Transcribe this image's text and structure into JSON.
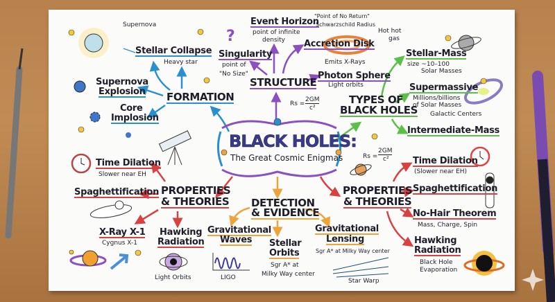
{
  "title": "BLACK HOLES:",
  "subtitle": "The Great Cosmic Enigmas",
  "formation": {
    "label": "FORMATION",
    "supernova": "Supernova",
    "stellar_collapse": "Stellar Collapse",
    "heavy_star": "Heavy star",
    "explosion": [
      "Supernova",
      "Explosion"
    ],
    "core": [
      "Core",
      "Implosion"
    ]
  },
  "structure": {
    "label": "STRUCTURE",
    "question": "?",
    "singularity": "Singularity",
    "singularity_note": [
      "point of",
      "\"No Size\""
    ],
    "event_horizon": "Event Horizon",
    "eh_note": [
      "point of infinite",
      "density"
    ],
    "eh_side": [
      "\"Point of No Return\"",
      "Schwarzschild Radius"
    ],
    "accretion": "Accretion Disk",
    "hot_gas": [
      "Hot hot",
      "gas"
    ],
    "xrays": "Emits X-Rays",
    "photon": "Photon Sphere",
    "light_orbits": "Light orbits",
    "formula": {
      "lhs": "Rs =",
      "num": "2GM",
      "den": "c²"
    }
  },
  "types": {
    "label": [
      "TYPES OF",
      "BLACK HOLES"
    ],
    "stellar": "Stellar-Mass",
    "stellar_note": [
      "size ~10–100",
      "Solar Masses"
    ],
    "super": "Supermassive",
    "super_note": [
      "Millions/billions",
      "of Solar Masses"
    ],
    "galactic": "Galactic Centers",
    "intermediate": "Intermediate-Mass"
  },
  "props_left": {
    "label": [
      "PROPERTIES",
      "& THEORIES"
    ],
    "time": "Time Dilation",
    "time_note": "Slower near EH",
    "spag": "Spaghettification",
    "xray": "X-Ray X-1",
    "cygnus": "Cygnus X-1",
    "hawking": [
      "Hawking",
      "Radiation"
    ],
    "light": "Light Orbits"
  },
  "detection": {
    "label": [
      "DETECTION",
      "& EVIDENCE"
    ],
    "waves": [
      "Gravitational",
      "Waves"
    ],
    "ligo": "LIGO",
    "orbits": [
      "Stellar",
      "Orbits"
    ],
    "orbits_note": [
      "Sgr A* at",
      "Milky Way center"
    ],
    "lensing": [
      "Gravitational",
      "Lensing"
    ],
    "lensing_note": "Sgr A* at Milky Way center",
    "warp": "Star Warp"
  },
  "props_right": {
    "label": [
      "PROPERTIES",
      "& THEORIES"
    ],
    "formula": {
      "lhs": "Rs =",
      "num": "2GM",
      "den": "c²"
    },
    "time": "Time Dilation",
    "time_note": "(Slower near EH)",
    "spag": "Spaghettification",
    "nohair": "No-Hair Theorem",
    "nohair_note": "Mass, Charge, Spin",
    "hawking": [
      "Hawking",
      "Radiation"
    ],
    "hawking_note": [
      "Black Hole",
      "Evaporation"
    ]
  },
  "colors": {
    "formation": "#2a8fcf",
    "structure": "#8b4fc0",
    "types": "#5bbf4a",
    "properties": "#d94040",
    "detection": "#eea43a",
    "wood": "#b8824e"
  }
}
